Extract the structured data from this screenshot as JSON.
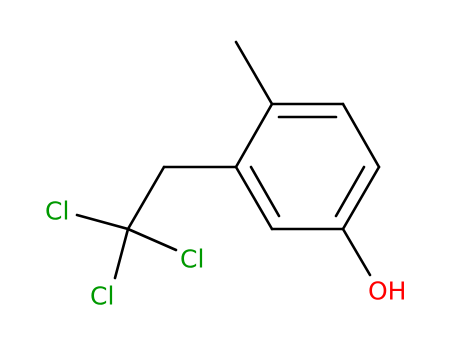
{
  "molecule": {
    "atoms": [
      {
        "id": "cl-top",
        "symbol": "Cl",
        "color": "#009900"
      },
      {
        "id": "cl-right",
        "symbol": "Cl",
        "color": "#009900"
      },
      {
        "id": "cl-bottom",
        "symbol": "Cl",
        "color": "#009900"
      },
      {
        "id": "hydroxyl",
        "symbol": "OH",
        "color": "#ff0000"
      }
    ],
    "bond_color": "#000000",
    "background": "#ffffff"
  }
}
